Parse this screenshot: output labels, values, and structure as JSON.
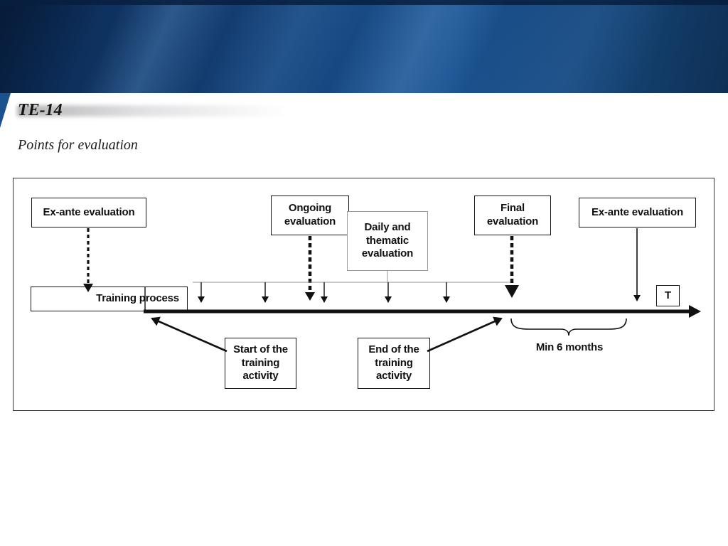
{
  "slide": {
    "title": "TE-14",
    "subtitle": "Points for evaluation"
  },
  "diagram": {
    "ex_ante_left": "Ex-ante evaluation",
    "ongoing": "Ongoing\nevaluation",
    "daily_thematic": "Daily and\nthematic\nevaluation",
    "final": "Final\nevaluation",
    "ex_ante_right": "Ex-ante evaluation",
    "training_process": "Training process",
    "timeline_end": "T",
    "start_activity": "Start of the\ntraining\nactivity",
    "end_activity": "End of the\ntraining\nactivity",
    "min_duration": "Min 6 months"
  },
  "colors": {
    "band_dark": "#0a2850",
    "band_mid": "#1a5290",
    "band_light": "#6ea5dc",
    "diagram_line": "#111111",
    "daily_box_border": "#9a9a9a"
  }
}
